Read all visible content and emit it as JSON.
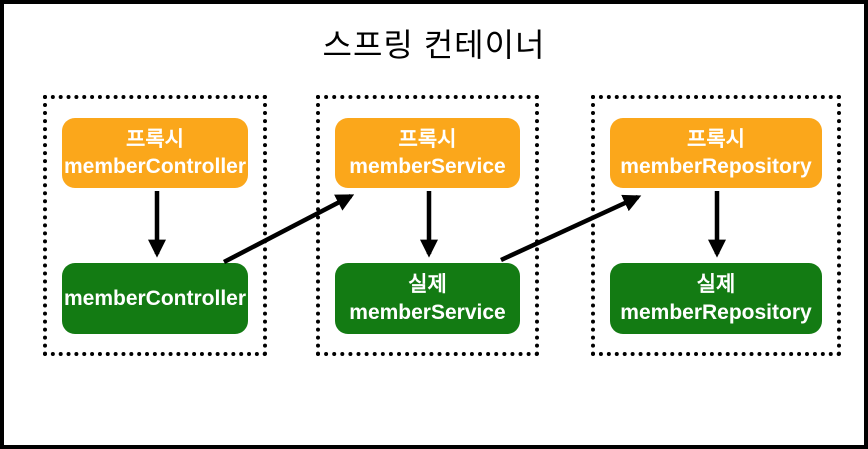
{
  "title": "스프링 컨테이너",
  "colors": {
    "proxy_fill": "#FBA71B",
    "real_fill": "#137B13",
    "outline": "#000000",
    "text_on_fill": "#FFFFFF"
  },
  "groups": [
    {
      "proxy_role": "프록시",
      "proxy_name": "memberController",
      "real_role": "",
      "real_name": "memberController"
    },
    {
      "proxy_role": "프록시",
      "proxy_name": "memberService",
      "real_role": "실제",
      "real_name": "memberService"
    },
    {
      "proxy_role": "프록시",
      "proxy_name": "memberRepository",
      "real_role": "실제",
      "real_name": "memberRepository"
    }
  ]
}
